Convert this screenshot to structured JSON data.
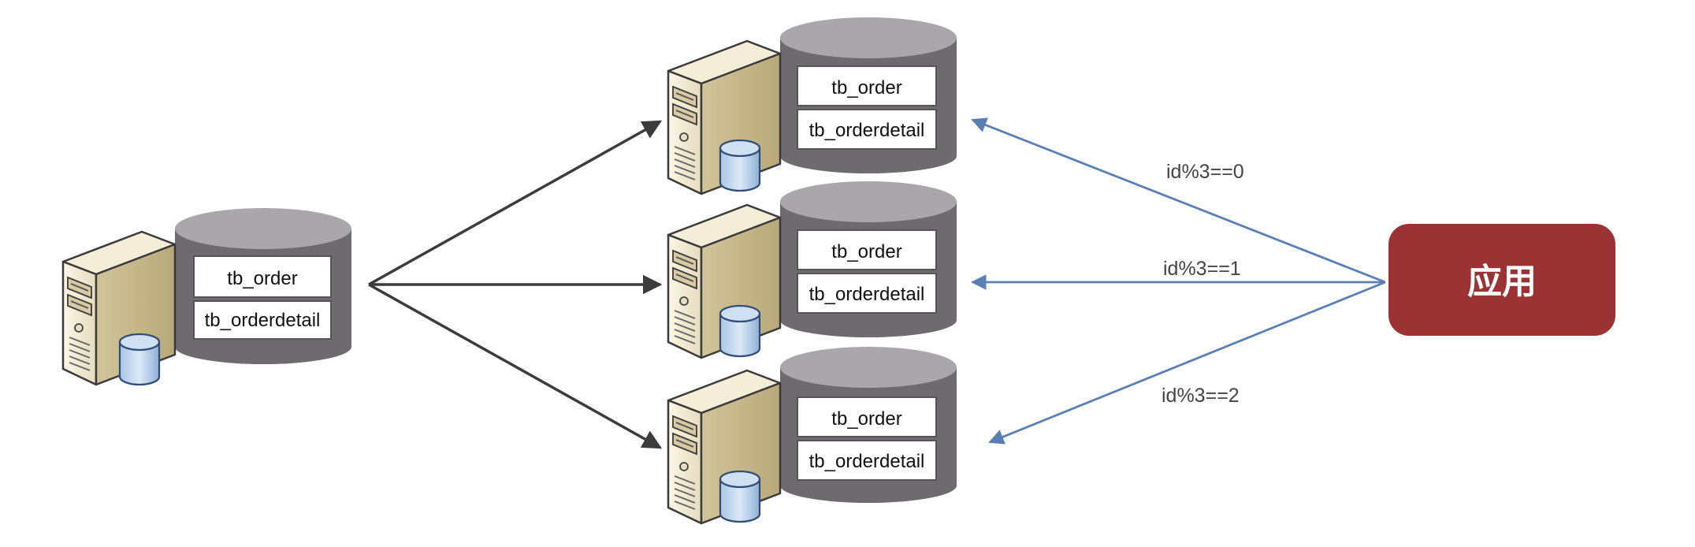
{
  "source_db": {
    "tables": [
      "tb_order",
      "tb_orderdetail"
    ]
  },
  "shards": [
    {
      "tables": [
        "tb_order",
        "tb_orderdetail"
      ]
    },
    {
      "tables": [
        "tb_order",
        "tb_orderdetail"
      ]
    },
    {
      "tables": [
        "tb_order",
        "tb_orderdetail"
      ]
    }
  ],
  "routes": [
    {
      "label": "id%3==0"
    },
    {
      "label": "id%3==1"
    },
    {
      "label": "id%3==2"
    }
  ],
  "app": {
    "label": "应用",
    "color": "#9b3234"
  },
  "colors": {
    "db_body": "#6e6a70",
    "db_top": "#a9a7ab",
    "route_arrow": "#5a7fb4",
    "split_arrow": "#3c3c3c"
  }
}
